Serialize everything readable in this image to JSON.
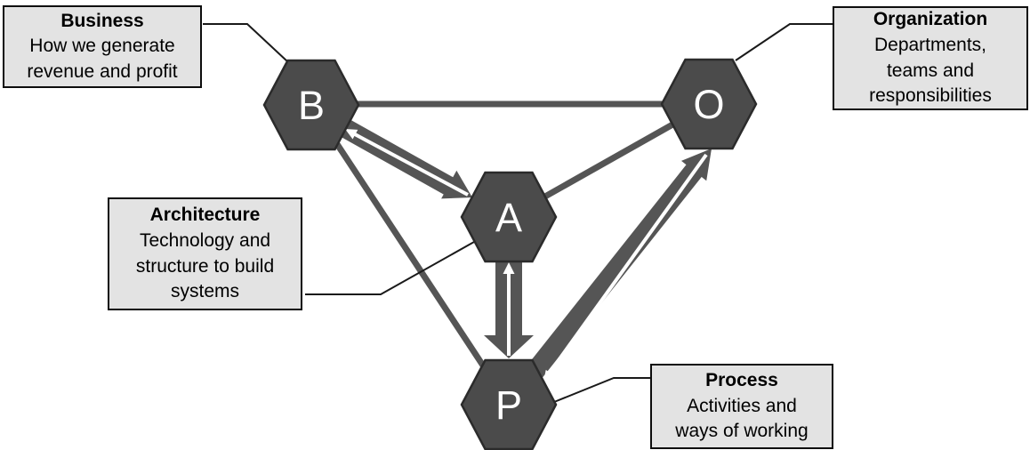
{
  "nodes": {
    "business": {
      "letter": "B"
    },
    "organization": {
      "letter": "O"
    },
    "architecture": {
      "letter": "A"
    },
    "process": {
      "letter": "P"
    }
  },
  "callouts": {
    "business": {
      "title": "Business",
      "lines": [
        "How we generate",
        "revenue and profit"
      ]
    },
    "organization": {
      "title": "Organization",
      "lines": [
        "Departments,",
        "teams and",
        "responsibilities"
      ]
    },
    "architecture": {
      "title": "Architecture",
      "lines": [
        "Technology and",
        "structure to build",
        "systems"
      ]
    },
    "process": {
      "title": "Process",
      "lines": [
        "Activities and",
        "ways of working"
      ]
    }
  },
  "edges": [
    {
      "from": "B",
      "to": "O",
      "style": "plain-line"
    },
    {
      "from": "B",
      "to": "P",
      "style": "plain-line"
    },
    {
      "from": "A",
      "to": "O",
      "style": "plain-line"
    },
    {
      "from": "B",
      "to": "A",
      "style": "thick-dark-arrow",
      "reverse": "thin-white-arrow"
    },
    {
      "from": "A",
      "to": "P",
      "style": "thick-dark-arrow",
      "reverse": "thin-white-arrow"
    },
    {
      "from": "P",
      "to": "O",
      "style": "thick-dark-arrow",
      "reverse": "thin-white-arrow"
    }
  ],
  "colors": {
    "background": "#ffffff",
    "node_fill": "#4b4b4b",
    "node_stroke": "#2b2b2b",
    "line": "#555555",
    "connector": "#1a1a1a",
    "callout_bg": "#e3e3e3",
    "callout_border": "#0d0d0d",
    "letter": "#ffffff",
    "text": "#000000"
  }
}
